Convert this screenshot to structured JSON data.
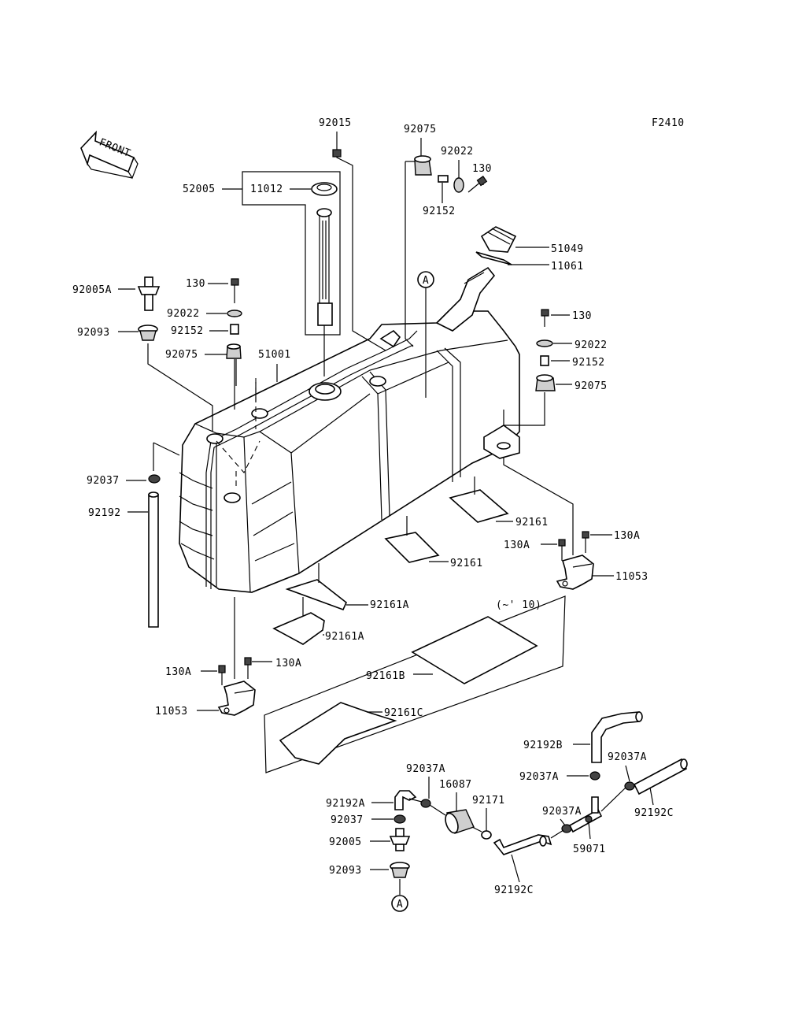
{
  "figure_code": "F2410",
  "front_label": "FRONT",
  "ref_marker": "A",
  "variant_note": "(~' 10)",
  "labels": {
    "p92015": "92015",
    "p92075_top": "92075",
    "p92022_top": "92022",
    "p130_top": "130",
    "p92152_top": "92152",
    "p52005": "52005",
    "p11012": "11012",
    "p51049": "51049",
    "p11061": "11061",
    "p92005A": "92005A",
    "p130_left": "130",
    "p92022_left": "92022",
    "p92093_left": "92093",
    "p92152_left": "92152",
    "p92075_left": "92075",
    "p51001": "51001",
    "p130_right": "130",
    "p92022_right": "92022",
    "p92152_right": "92152",
    "p92075_right": "92075",
    "p92037": "92037",
    "p92192": "92192",
    "p92161_a": "92161",
    "p130A_r1": "130A",
    "p130A_r2": "130A",
    "p92161_b": "92161",
    "p11053_right": "11053",
    "p92161A_a": "92161A",
    "p92161A_b": "92161A",
    "p92161B": "92161B",
    "p130A_l1": "130A",
    "p130A_l2": "130A",
    "p11053_left": "11053",
    "p92161C": "92161C",
    "p92192B": "92192B",
    "p92037A_1": "92037A",
    "p16087": "16087",
    "p92037A_2": "92037A",
    "p92037A_3": "92037A",
    "p92192A": "92192A",
    "p92171": "92171",
    "p92037A_4": "92037A",
    "p92192C_r": "92192C",
    "p92037_b": "92037",
    "p92005": "92005",
    "p59071": "59071",
    "p92093_b": "92093",
    "p92192C_b": "92192C"
  }
}
